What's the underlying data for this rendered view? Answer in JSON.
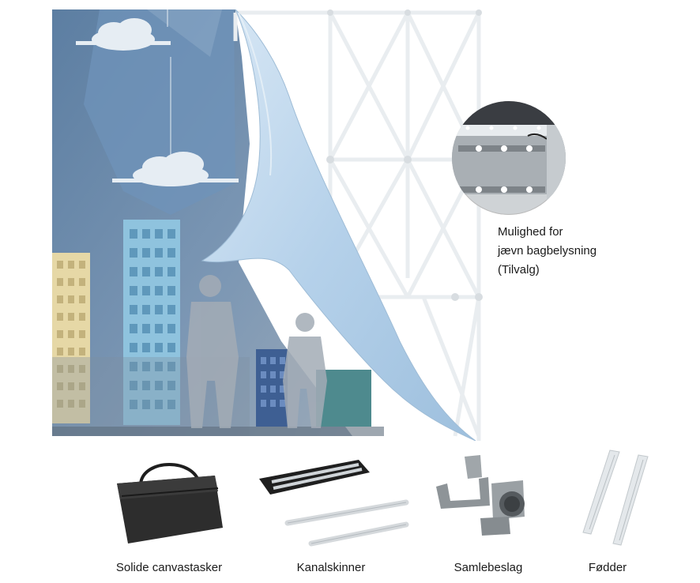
{
  "callout": {
    "lines": [
      "Mulighed for",
      "jævn bagbelysning",
      "(Tilvalg)"
    ]
  },
  "products": [
    {
      "label": "Solide canvastasker",
      "icon": "canvas-bag-icon"
    },
    {
      "label": "Kanalskinner",
      "icon": "channel-rails-icon"
    },
    {
      "label": "Samlebeslag",
      "icon": "connector-bracket-icon"
    },
    {
      "label": "Fødder",
      "icon": "feet-icon"
    }
  ],
  "colors": {
    "sky": "#6c8aa8",
    "frame": "#e8ecef",
    "fabric": "#bcd6ec",
    "building_blue": "#8fc3de",
    "building_cream": "#e6d8a6"
  }
}
